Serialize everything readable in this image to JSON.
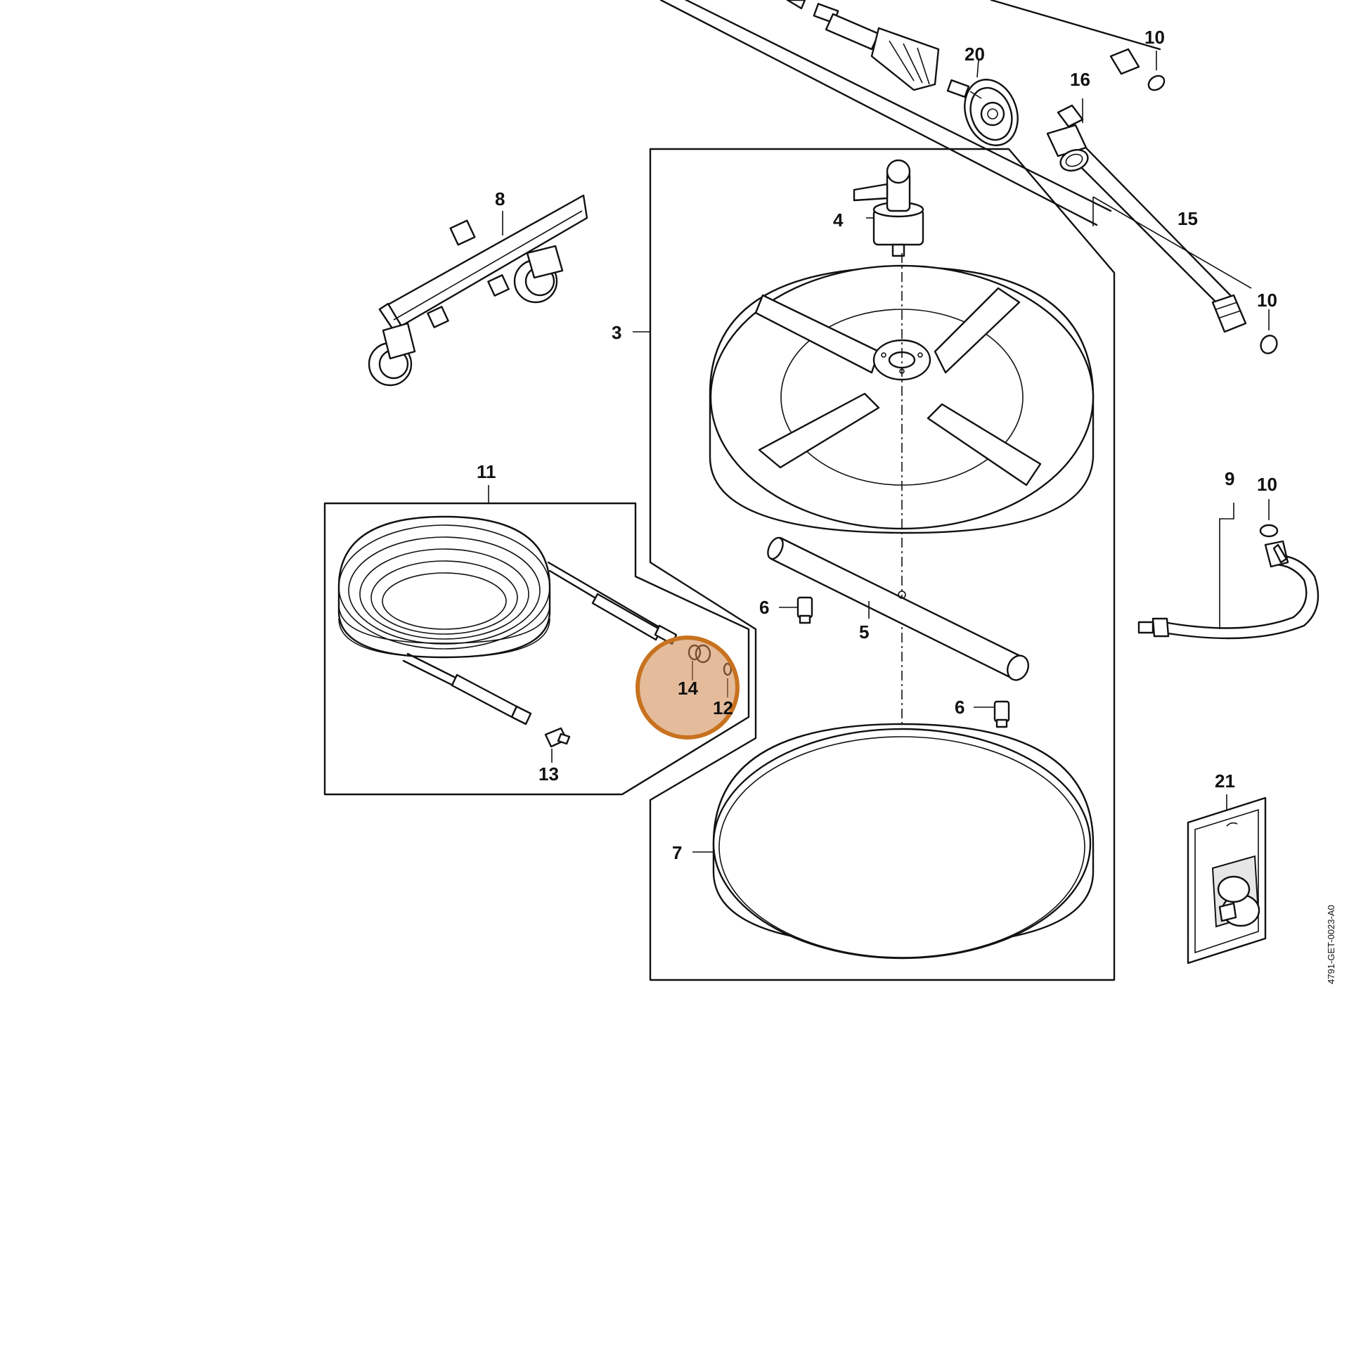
{
  "labels": {
    "l3": "3",
    "l4": "4",
    "l5": "5",
    "l6a": "6",
    "l6b": "6",
    "l7": "7",
    "l8": "8",
    "l9": "9",
    "l10a": "10",
    "l10b": "10",
    "l10c": "10",
    "l11": "11",
    "l12": "12",
    "l13": "13",
    "l14": "14",
    "l15": "15",
    "l16": "16",
    "l20": "20",
    "l21": "21"
  },
  "drawing_code": "4791-GET-0023-A0",
  "highlight": {
    "color": "#c8721f",
    "target_labels": [
      "14",
      "12"
    ]
  }
}
